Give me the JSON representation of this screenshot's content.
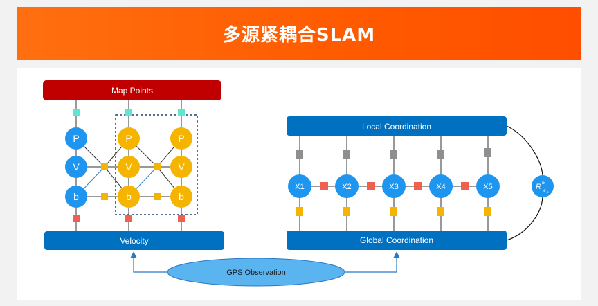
{
  "title": "多源紧耦合SLAM",
  "left": {
    "map_points": "Map Points",
    "velocity": "Velocity",
    "nodes": {
      "p": "P",
      "v": "V",
      "b": "b"
    }
  },
  "right": {
    "local": "Local Coordination",
    "global": "Global Coordination",
    "states": [
      "X1",
      "X2",
      "X3",
      "X4",
      "X5"
    ],
    "rotation": {
      "base": "R",
      "sup": "w",
      "sub": "w",
      "subsub": "G"
    }
  },
  "gps": "GPS Observation",
  "colors": {
    "banner": "#ff5a00",
    "dark_red": "#c00000",
    "blue_bar": "#0070c0",
    "node_blue": "#1e96f0",
    "node_yellow": "#f5b400",
    "factor_cyan": "#5fe6d2",
    "factor_red": "#f0604f",
    "factor_yellow": "#f5b400",
    "factor_gray": "#8f8f8f",
    "ellipse": "#5ab4f0"
  }
}
